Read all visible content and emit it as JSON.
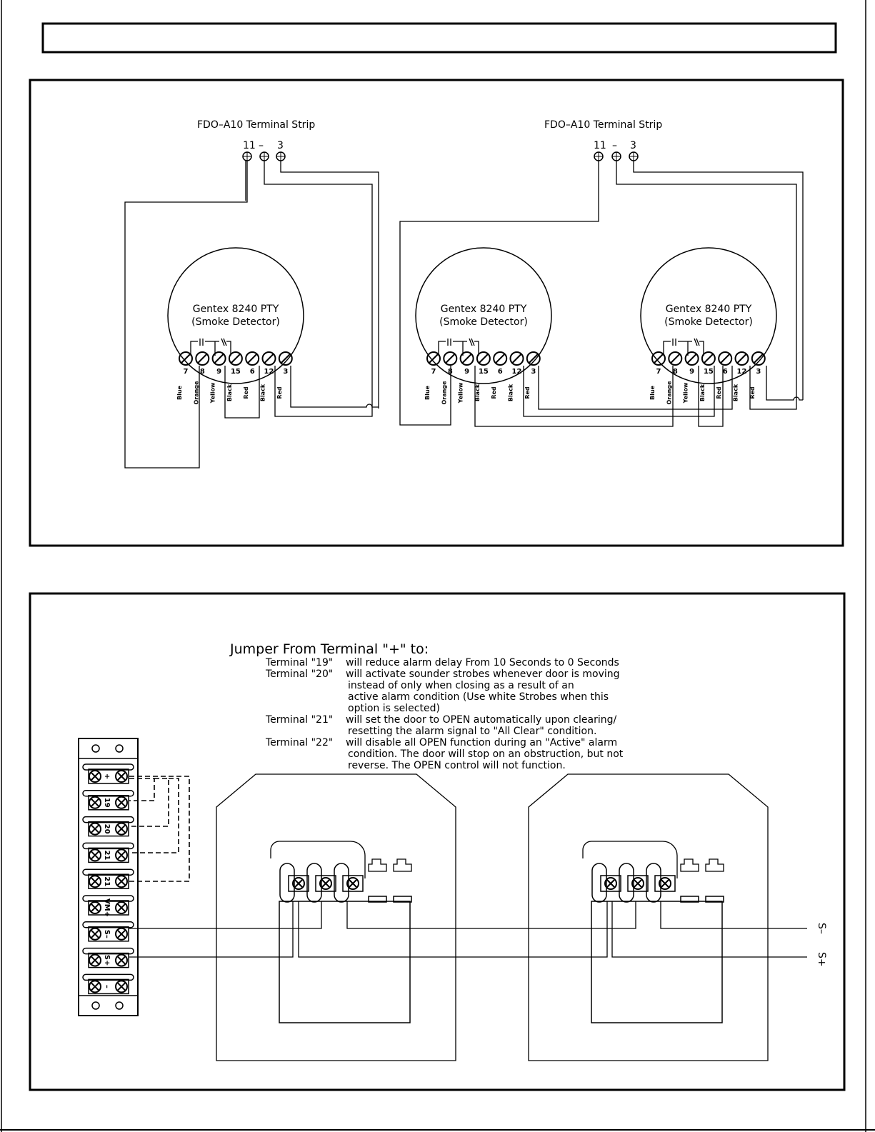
{
  "top_diagram": {
    "terminal_strip_label": "FDO–A10 Terminal Strip",
    "terminal_numbers": [
      "11",
      "–",
      "3"
    ],
    "detector_name": "Gentex 8240 PTY",
    "detector_type": "(Smoke Detector)",
    "detector_terminals": [
      "7",
      "8",
      "9",
      "15",
      "6",
      "12",
      "3"
    ],
    "wire_colors": [
      "Blue",
      "Orange",
      "Yellow",
      "Black",
      "Red",
      "Black",
      "Red"
    ]
  },
  "bottom_diagram": {
    "heading": "Jumper From Terminal \"+\" to:",
    "instructions": [
      {
        "term": "Terminal  \"19\"",
        "lines": [
          "will reduce alarm delay From 10 Seconds to 0 Seconds"
        ]
      },
      {
        "term": "Terminal  \"20\"",
        "lines": [
          "will activate sounder strobes whenever door is moving",
          "instead of only when closing as a result of an",
          "active alarm condition (Use white Strobes when this",
          "option is selected)"
        ]
      },
      {
        "term": "Terminal  \"21\"",
        "lines": [
          "will set the door to OPEN automatically upon clearing/",
          "resetting the alarm signal to \"All Clear\" condition."
        ]
      },
      {
        "term": "Terminal  \"22\"",
        "lines": [
          "will disable all OPEN function during an \"Active\" alarm",
          "condition.  The door will stop on an obstruction, but not",
          "reverse.  The OPEN control will not function."
        ]
      }
    ],
    "terminal_block_labels": [
      "+",
      "19",
      "20",
      "21",
      "21",
      "VM+",
      "S–",
      "S+",
      "–"
    ],
    "output_labels": [
      "S–",
      "S+"
    ]
  }
}
